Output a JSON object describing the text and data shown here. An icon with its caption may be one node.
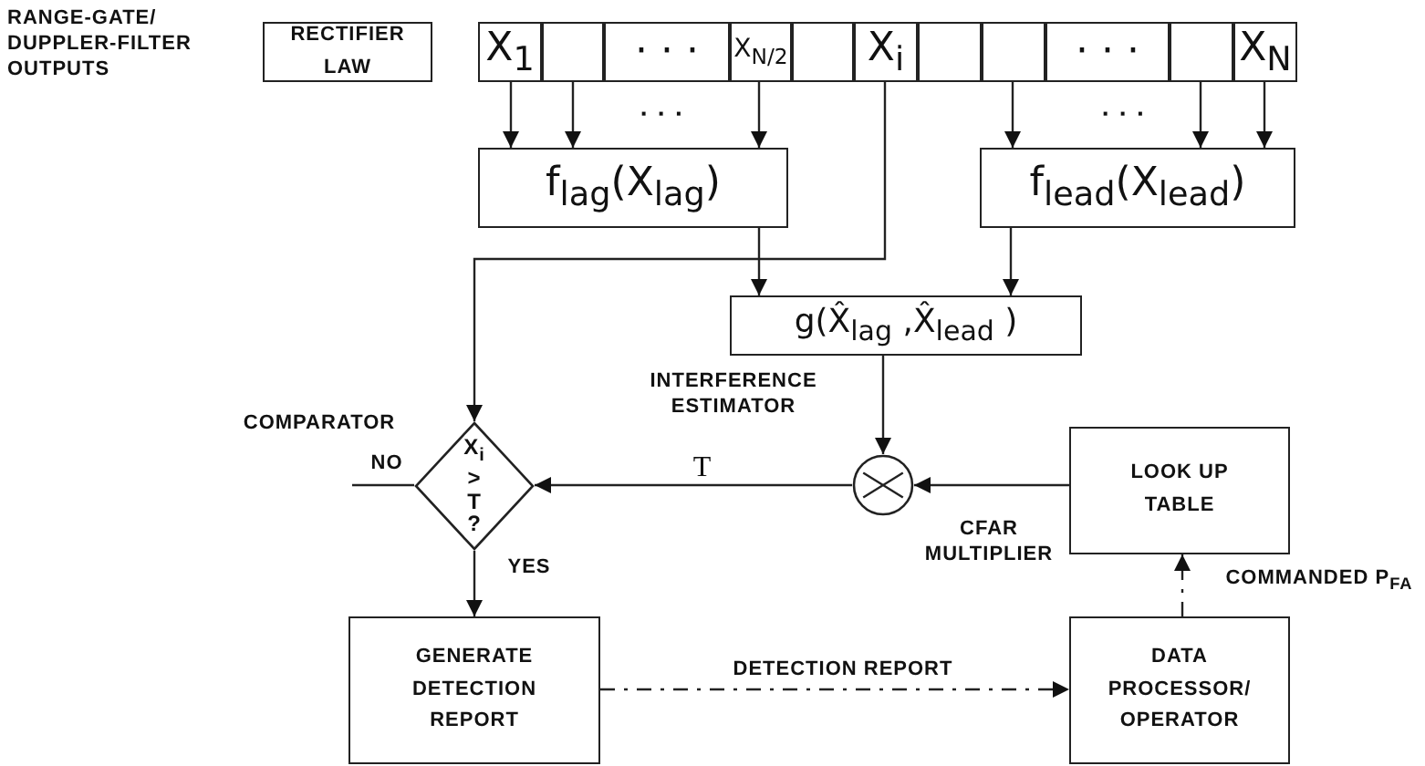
{
  "diagram": {
    "nodes": [
      {
        "text": [
          "RECTIFIER LAW"
        ]
      },
      {
        "text": [
          "X$_{1}$"
        ]
      },
      {
        "text": [],
        "shape": "box"
      },
      {
        "text": [
          "· · ·"
        ]
      },
      {
        "text": [
          "X$_{N/2}$"
        ]
      },
      {
        "text": [],
        "shape": "box"
      },
      {
        "text": [
          "X$_{i}$"
        ]
      },
      {
        "text": [],
        "shape": "box"
      },
      {
        "text": [],
        "shape": "box"
      },
      {
        "text": [
          "· · ·"
        ]
      },
      {
        "text": [],
        "shape": "box"
      },
      {
        "text": [
          "X$_{N}$"
        ]
      },
      {
        "text": [
          "f$_{lag}$(X$_{lag}$)"
        ]
      },
      {
        "text": [
          "f$_{lead}$(X$_{lead}$)"
        ]
      },
      {
        "text": [
          "g(X̂$_{lag}$ ,X̂$_{lead}$ )"
        ],
        "beside": [
          "INTERFERENCE ESTIMATOR"
        ]
      },
      {
        "text": [
          "X$_{i}$ > T ?"
        ],
        "beside": [
          "COMPARATOR"
        ]
      },
      {
        "text": [],
        "shape": "circle",
        "beside": [
          "CFAR MULTIPLIER"
        ]
      },
      {
        "text": [
          "LOOK UP TABLE"
        ]
      },
      {
        "text": [
          "GENERATE DETECTION REPORT"
        ]
      },
      {
        "text": [
          "DATA PROCESSOR/ OPERATOR"
        ]
      }
    ],
    "edges": [
      {
        "from": 1,
        "to": 12,
        "arrow": "to"
      },
      {
        "from": 2,
        "to": 12,
        "arrow": "to"
      },
      {
        "from": 4,
        "to": 12,
        "arrow": "to"
      },
      {
        "from": 6,
        "to": 15,
        "arrow": "to"
      },
      {
        "from": 8,
        "to": 13,
        "arrow": "to"
      },
      {
        "from": 10,
        "to": 13,
        "arrow": "to"
      },
      {
        "from": 11,
        "to": 13,
        "arrow": "to"
      },
      {
        "from": 12,
        "to": 14,
        "arrow": "to"
      },
      {
        "from": 13,
        "to": 14,
        "arrow": "to"
      },
      {
        "from": 14,
        "to": 16,
        "arrow": "to"
      },
      {
        "from": 17,
        "to": 16,
        "arrow": "to"
      },
      {
        "from": 16,
        "to": 15,
        "arrow": "to",
        "label": "T"
      },
      {
        "from": 15,
        "to": null,
        "arrow": "none",
        "label": "NO"
      },
      {
        "from": 15,
        "to": 18,
        "arrow": "to",
        "label": "YES"
      },
      {
        "from": 18,
        "to": 19,
        "arrow": "to",
        "label": "DETECTION REPORT",
        "style": "dashed"
      },
      {
        "from": 19,
        "to": 17,
        "arrow": "to",
        "label": "COMMANDED P$_{FA}$",
        "style": "dashed"
      }
    ],
    "labels": [
      "RANGE-GATE/ DUPPLER-FILTER OUTPUTS",
      "· · ·",
      "· · ·"
    ]
  }
}
